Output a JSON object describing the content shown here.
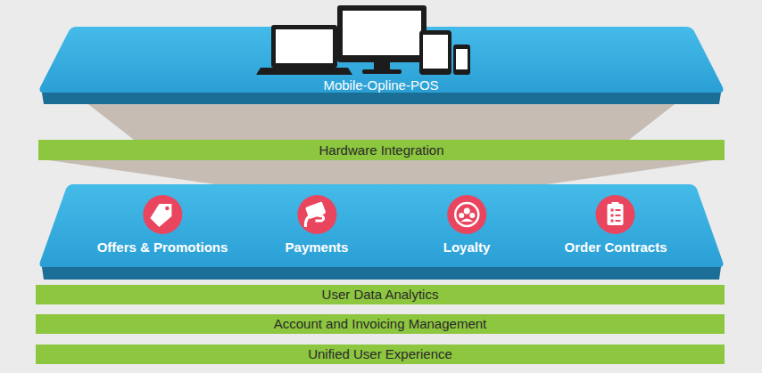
{
  "diagram": {
    "nodes": [
      {
        "text": [
          "Mobile-Opline-POS"
        ]
      },
      {
        "text": [
          "Hardware Integration"
        ]
      },
      {
        "text": [
          "Offers & Promotions"
        ]
      },
      {
        "text": [
          "Payments"
        ]
      },
      {
        "text": [
          "Loyalty"
        ]
      },
      {
        "text": [
          "Order Contracts"
        ]
      },
      {
        "text": [
          "User Data Analytics"
        ]
      },
      {
        "text": [
          "Account and Invoicing Management"
        ]
      },
      {
        "text": [
          "Unified User Experience"
        ]
      }
    ]
  }
}
